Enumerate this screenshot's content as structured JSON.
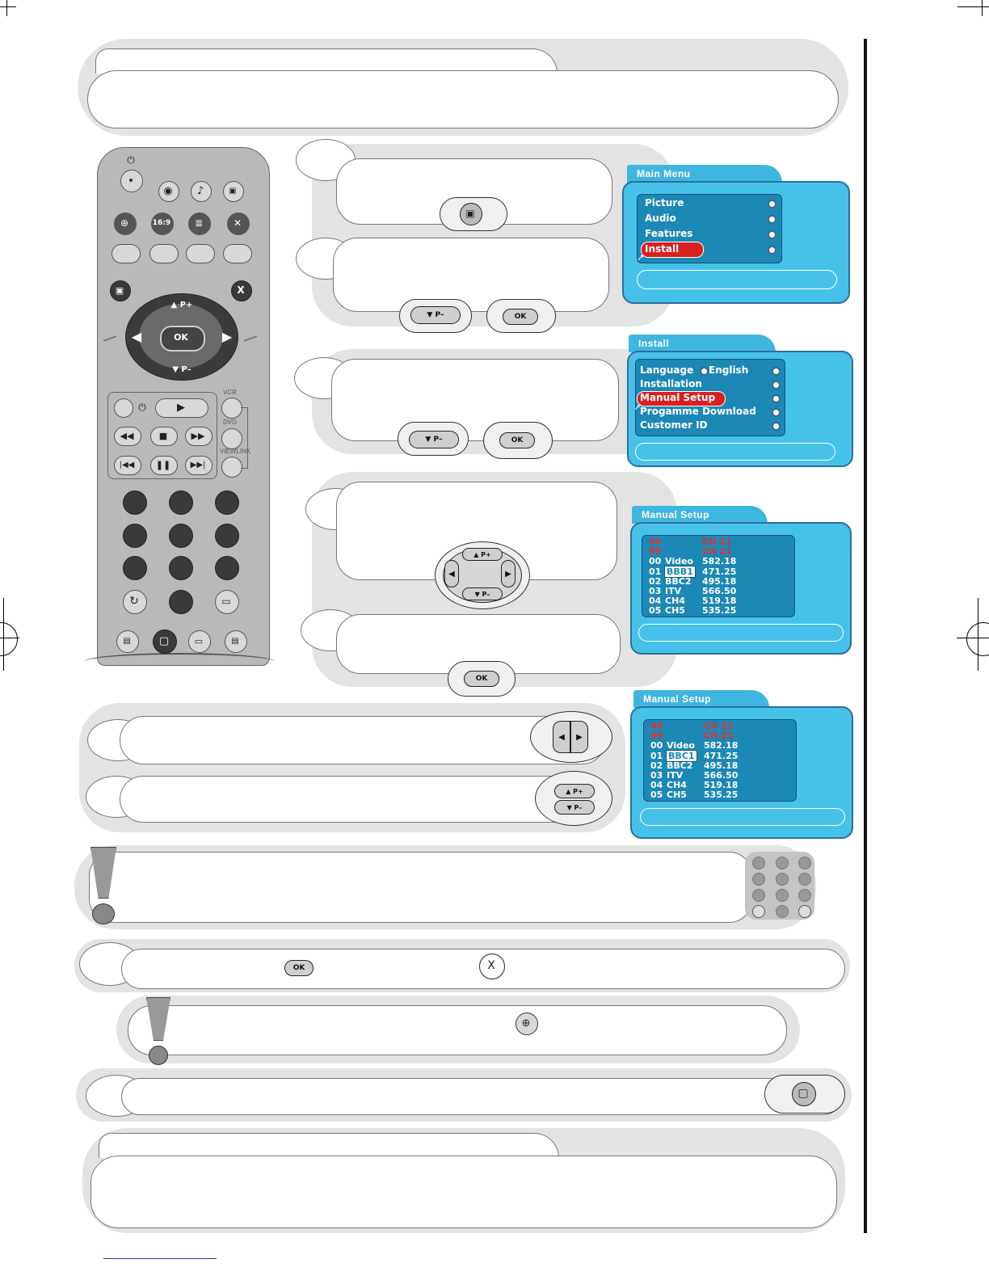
{
  "remote": {
    "ok_label": "OK",
    "p_plus": "P+",
    "p_minus": "P–",
    "x_label": "X",
    "aspect_label": "16:9",
    "vcr_label": "VCR",
    "dvd_label": "DVD",
    "viewlink_label": "VIEWLINK"
  },
  "keys": {
    "ok": "OK",
    "p_minus": "P–",
    "p_plus": "P+",
    "x": "X"
  },
  "osd_main_menu": {
    "title": "Main Menu",
    "items": [
      "Picture",
      "Audio",
      "Features",
      "Install"
    ],
    "selected": "Install"
  },
  "osd_install": {
    "title": "Install",
    "items": [
      "Language",
      "Installation",
      "Manual Setup",
      "Progamme Download",
      "Customer ID"
    ],
    "language_value": "English",
    "selected": "Manual Setup"
  },
  "osd_manual_setup_1": {
    "title": "Manual Setup",
    "rows": [
      {
        "num": "98",
        "name": "",
        "value": "CH 21",
        "red": true
      },
      {
        "num": "99",
        "name": "",
        "value": "CH 21",
        "red": true
      },
      {
        "num": "00",
        "name": "Video",
        "value": "582.18",
        "red": false
      },
      {
        "num": "01",
        "name": "BBB1",
        "value": "471.25",
        "red": false,
        "boxed": true
      },
      {
        "num": "02",
        "name": "BBC2",
        "value": "495.18",
        "red": false
      },
      {
        "num": "03",
        "name": "ITV",
        "value": "566.50",
        "red": false
      },
      {
        "num": "04",
        "name": "CH4",
        "value": "519.18",
        "red": false
      },
      {
        "num": "05",
        "name": "CH5",
        "value": "535.25",
        "red": false
      }
    ]
  },
  "osd_manual_setup_2": {
    "title": "Manual Setup",
    "rows": [
      {
        "num": "98",
        "name": "",
        "value": "CH 21",
        "red": true
      },
      {
        "num": "99",
        "name": "",
        "value": "CH 21",
        "red": true
      },
      {
        "num": "00",
        "name": "Video",
        "value": "582.18",
        "red": false
      },
      {
        "num": "01",
        "name": "BBC1",
        "value": "471.25",
        "red": false,
        "boxed": true
      },
      {
        "num": "02",
        "name": "BBC2",
        "value": "495.18",
        "red": false
      },
      {
        "num": "03",
        "name": "ITV",
        "value": "566.50",
        "red": false
      },
      {
        "num": "04",
        "name": "CH4",
        "value": "519.18",
        "red": false
      },
      {
        "num": "05",
        "name": "CH5",
        "value": "535.25",
        "red": false
      }
    ]
  },
  "colors": {
    "osd_light": "#46c2ea",
    "osd_dark": "#1c88b6",
    "highlight_red": "#d82020",
    "panel_grey": "#e3e3e3"
  }
}
